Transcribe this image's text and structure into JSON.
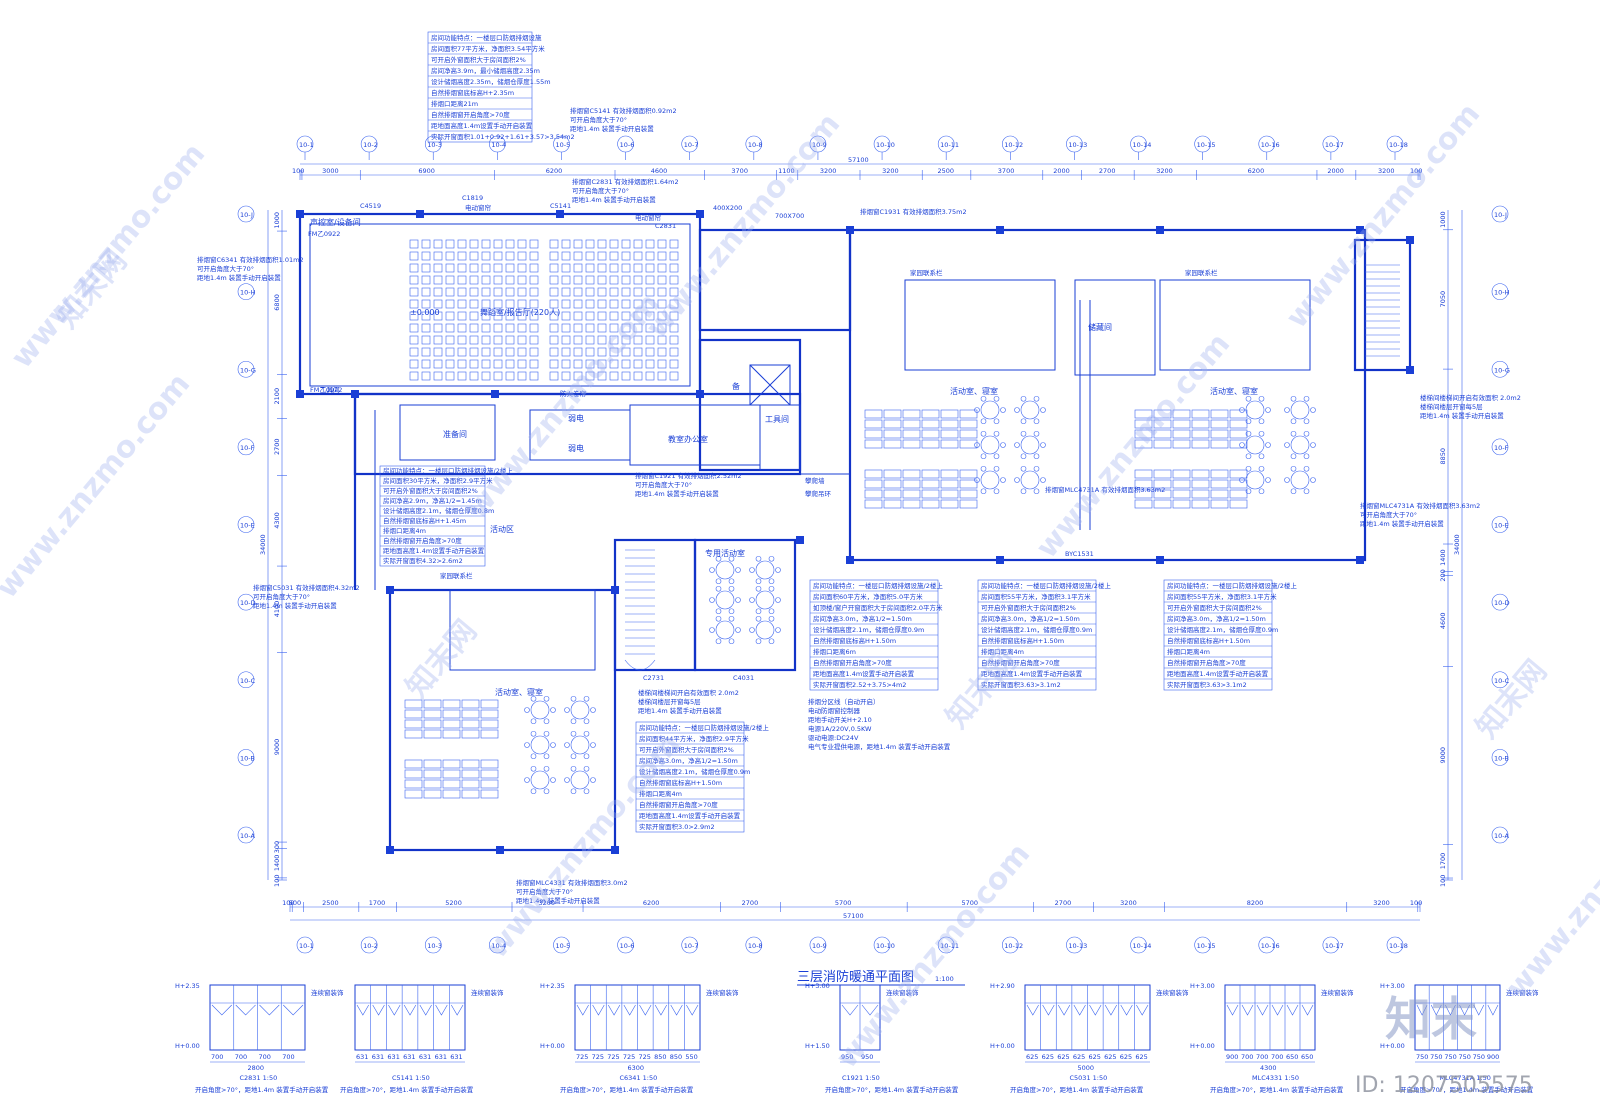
{
  "drawing": {
    "title": "三层消防暖通平面图",
    "scale": "1:100"
  },
  "top_dims": [
    "100",
    "3000",
    "6900",
    "6200",
    "4600",
    "3700",
    "1100",
    "3200",
    "3200",
    "2500",
    "3700",
    "2000",
    "2700",
    "3200",
    "6200",
    "2000",
    "3200",
    "100"
  ],
  "top_total": "57100",
  "bottom_dims": [
    "100",
    "500",
    "2500",
    "1700",
    "5200",
    "3200",
    "6200",
    "2700",
    "5700",
    "5700",
    "2700",
    "3200",
    "8200",
    "3200",
    "100"
  ],
  "bottom_total": "57100",
  "left_dims": [
    "1000",
    "6800",
    "2100",
    "2700",
    "4300",
    "4100",
    "9000",
    "300",
    "1400",
    "100"
  ],
  "left_total": "34000",
  "right_dims": [
    "1000",
    "7050",
    "8850",
    "1400",
    "200",
    "4600",
    "9000",
    "1700",
    "100"
  ],
  "right_total": "34000",
  "axis_top": [
    "10-1",
    "10-2",
    "10-3",
    "10-4",
    "10-5",
    "10-6",
    "10-7",
    "10-8",
    "10-9",
    "10-10",
    "10-11",
    "10-12",
    "10-13",
    "10-14",
    "10-15",
    "10-16",
    "10-17",
    "10-18"
  ],
  "axis_left": [
    "10-J",
    "10-H",
    "10-G",
    "10-F",
    "10-E",
    "10-D",
    "10-C",
    "10-B",
    "10-A"
  ],
  "rooms": {
    "hall": "舞蹈室/报告厅(220人)",
    "hall_level": "±0.000",
    "control": "声控室/设备间",
    "electric_curtain": "电动窗帘",
    "electric_curtain2": "电动窗帘",
    "prep": "准备间",
    "weak1": "弱电",
    "weak2": "弱电",
    "office": "教室办公室",
    "tool": "工具间",
    "tool2": "工具间",
    "storage": "储藏间",
    "activity1": "活动室、寝室",
    "activity2": "活动室、寝室",
    "activity3": "活动室、寝室",
    "special": "专用活动室",
    "activity_zone": "活动区",
    "parent1": "家园联系栏",
    "parent2": "家园联系栏",
    "parent3": "家园联系栏",
    "climb": "攀爬墙",
    "climb2": "攀爬吊环",
    "fire": "防火卷帘",
    "spare": "备",
    "window_mark": "BYC1531",
    "c4519": "C4519",
    "c1819": "C1819",
    "c5141": "C5141",
    "c2831": "C2831",
    "fm0922": "FM乙0922",
    "fm0922b": "FM乙0922",
    "duct1": "400X200",
    "duct2": "700X700",
    "c4031": "C4031",
    "c2731": "C2731"
  },
  "notes": {
    "n1": [
      "房间功能特点：一楼层口防烟排烟设施",
      "房间面积77平方米，净面积3.54平方米",
      "可开启外窗面积大于房间面积2%",
      "房间净高3.9m，最小储烟高度2.35m",
      "设计储烟高度2.35m，储烟仓厚度1.55m",
      "自然排烟窗底标高H+2.35m",
      "排烟口距离21m",
      "自然排烟窗开启角度>70度",
      "距地面高度1.4m设置手动开启装置",
      "实际开窗面积1.01+0.92+1.61+3.57>3.54m2"
    ],
    "n2": [
      "房间功能特点：一楼层口防烟排烟设施/2楼上",
      "房间面积30平方米，净面积2.9平方米",
      "可开启外窗面积大于房间面积2%",
      "房间净高2.9m，净高1/2=1.45m",
      "设计储烟高度2.1m，储烟仓厚度0.8m",
      "自然排烟窗底标高H+1.45m",
      "排烟口距离4m",
      "自然排烟窗开启角度>70度",
      "距地面高度1.4m设置手动开启装置",
      "实际开窗面积4.32>2.6m2"
    ],
    "n3": [
      "房间功能特点：一楼层口防烟排烟设施/2楼上",
      "房间面积60平方米，净面积5.0平方米",
      "如顶楼/窗户开窗面积大于房间面积2.0平方米",
      "房间净高3.0m，净高1/2=1.50m",
      "设计储烟高度2.1m，储烟仓厚度0.9m",
      "自然排烟窗底标高H+1.50m",
      "排烟口距离6m",
      "自然排烟窗开启角度>70度",
      "距地面高度1.4m设置手动开启装置",
      "实际开窗面积2.52+3.75>4m2"
    ],
    "n4": [
      "房间功能特点：一楼层口防烟排烟设施/2楼上",
      "房间面积55平方米，净面积3.1平方米",
      "可开启外窗面积大于房间面积2%",
      "房间净高3.0m，净高1/2=1.50m",
      "设计储烟高度2.1m，储烟仓厚度0.9m",
      "自然排烟窗底标高H+1.50m",
      "排烟口距离4m",
      "自然排烟窗开启角度>70度",
      "距地面高度1.4m设置手动开启装置",
      "实际开窗面积3.63>3.1m2"
    ],
    "n5": [
      "房间功能特点：一楼层口防烟排烟设施/2楼上",
      "房间面积55平方米，净面积3.1平方米",
      "可开启外窗面积大于房间面积2%",
      "房间净高3.0m，净高1/2=1.50m",
      "设计储烟高度2.1m，储烟仓厚度0.9m",
      "自然排烟窗底标高H+1.50m",
      "排烟口距离4m",
      "自然排烟窗开启角度>70度",
      "距地面高度1.4m设置手动开启装置",
      "实际开窗面积3.63>3.1m2"
    ],
    "n6": [
      "房间功能特点：一楼层口防烟排烟设施/2楼上",
      "房间面积44平方米，净面积2.9平方米",
      "可开启外窗面积大于房间面积2%",
      "房间净高3.0m，净高1/2=1.50m",
      "设计储烟高度2.1m，储烟仓厚度0.9m",
      "自然排烟窗底标高H+1.50m",
      "排烟口距离4m",
      "自然排烟窗开启角度>70度",
      "距地面高度1.4m设置手动开启装置",
      "实际开窗面积3.0>2.9m2"
    ],
    "w1": [
      "排烟窗C5141 有效排烟面积0.92m2",
      "可开启角度大于70°",
      "距地1.4m 装置手动开启装置"
    ],
    "w2": [
      "排烟窗C2831 有效排烟面积1.64m2",
      "可开启角度大于70°",
      "距地1.4m 装置手动开启装置"
    ],
    "w3": [
      "排烟窗C6341 有效排烟面积1.01m2",
      "可开启角度大于70°",
      "距地1.4m 装置手动开启装置"
    ],
    "w4": [
      "排烟窗C1921 有效排烟面积2.52m2",
      "可开启角度大于70°",
      "距地1.4m 装置手动开启装置"
    ],
    "w5": [
      "排烟窗C5031 有效排烟面积4.32m2",
      "可开启角度大于70°",
      "距地1.4m 装置手动开启装置"
    ],
    "w6": [
      "排烟窗MLC4731A 有效排烟面积3.63m2"
    ],
    "w7": [
      "排烟窗MLC4731A 有效排烟面积3.63m2",
      "可开启角度大于70°",
      "距地1.4m 装置手动开启装置"
    ],
    "w8": [
      "排烟窗MLC4331 有效排烟面积3.0m2",
      "可开启角度大于70°",
      "距地1.4m 装置手动开启装置"
    ],
    "w9": [
      "楼梯间楼梯间开启有效面积 2.0m2",
      "楼梯间楼层开窗每5层",
      "距地1.4m 装置手动开启装置"
    ],
    "w10": [
      "排烟窗C1931 有效排烟面积3.75m2"
    ],
    "w11": [
      "楼梯间楼梯间开启有效面积 2.0m2",
      "楼梯间楼层开窗每5层",
      "距地1.4m 装置手动开启装置"
    ],
    "w12": [
      "排烟分区线（自动开启）",
      "电动防烟窗控制器",
      "距地手动开关H+2.10",
      "电源1A/220V,0.5KW",
      "驱动电源:DC24V",
      "电气专业提供电源，距地1.4m 装置手动开启装置"
    ]
  },
  "elevations": [
    {
      "name": "C2831",
      "scale": "1:50",
      "top": "H+2.35",
      "base": "H+0.00",
      "widths": [
        "700",
        "700",
        "700",
        "700"
      ],
      "total": "2800",
      "note": "开启角度>70°，距地1.4m 装置手动开启装置",
      "side": "连续窗装饰"
    },
    {
      "name": "C5141",
      "scale": "1:50",
      "top": "",
      "base": "",
      "widths": [
        "631",
        "631",
        "631",
        "631",
        "631",
        "631",
        "631"
      ],
      "total": "",
      "note": "开启角度>70°，距地1.4m 装置手动开启装置",
      "side": "连续窗装饰"
    },
    {
      "name": "C6341",
      "scale": "1:50",
      "top": "H+2.35",
      "base": "H+0.00",
      "widths": [
        "725",
        "725",
        "725",
        "725",
        "725",
        "850",
        "850",
        "550"
      ],
      "total": "6300",
      "note": "开启角度>70°，距地1.4m 装置手动开启装置",
      "side": "连续窗装饰"
    },
    {
      "name": "C1921",
      "scale": "1:50",
      "top": "H+3.00",
      "base": "H+1.50",
      "widths": [
        "950",
        "950"
      ],
      "total": "",
      "note": "开启角度>70°，距地1.4m 装置手动开启装置",
      "side": "连续窗装饰"
    },
    {
      "name": "C5031",
      "scale": "1:50",
      "top": "H+2.90",
      "base": "H+0.00",
      "widths": [
        "625",
        "625",
        "625",
        "625",
        "625",
        "625",
        "625",
        "625"
      ],
      "total": "5000",
      "note": "开启角度>70°，距地1.4m 装置手动开启装置",
      "side": "连续窗装饰"
    },
    {
      "name": "MLC4331",
      "scale": "1:50",
      "top": "H+3.00",
      "base": "H+0.00",
      "widths": [
        "900",
        "700",
        "700",
        "700",
        "650",
        "650"
      ],
      "total": "4300",
      "note": "开启角度>70°，距地1.4m 装置手动开启装置",
      "side": "连续窗装饰"
    },
    {
      "name": "MLC4731A",
      "scale": "1:50",
      "top": "H+3.00",
      "base": "H+0.00",
      "widths": [
        "750",
        "750",
        "750",
        "750",
        "750",
        "900"
      ],
      "total": "",
      "note": "开启角度>70°，距地1.4m 装置手动开启装置",
      "side": "连续窗装饰"
    }
  ],
  "watermarks": {
    "site": "www.znzmo.com",
    "brand": "知末网",
    "logo": "知末",
    "id_label": "ID: 1207505575"
  }
}
